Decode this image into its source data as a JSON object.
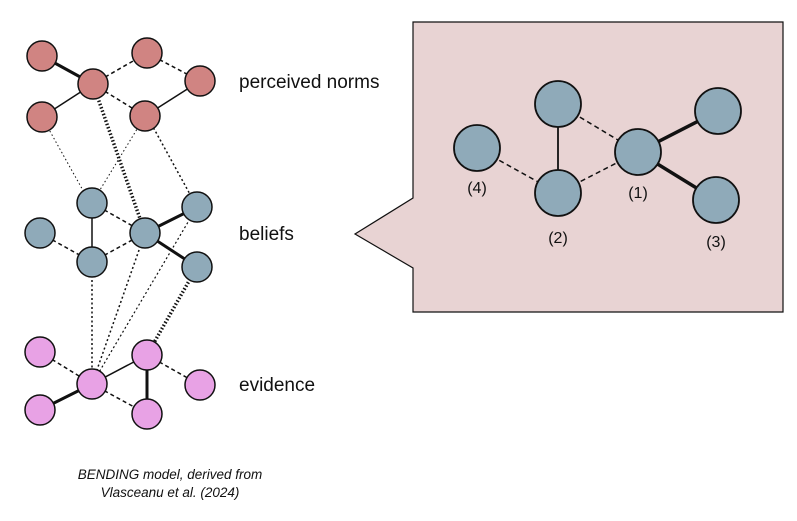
{
  "colors": {
    "perceived_norms": "#d08482",
    "beliefs": "#8faab9",
    "evidence": "#e8a2e5",
    "callout_bg": "#e8d3d3",
    "stroke": "#111111"
  },
  "layers": {
    "perceived_norms": "perceived norms",
    "beliefs": "beliefs",
    "evidence": "evidence"
  },
  "inset": {
    "labels": [
      "(1)",
      "(2)",
      "(3)",
      "(4)"
    ]
  },
  "caption": {
    "line1": "BENDING model, derived from",
    "line2": "Vlasceanu et al. (2024)"
  }
}
